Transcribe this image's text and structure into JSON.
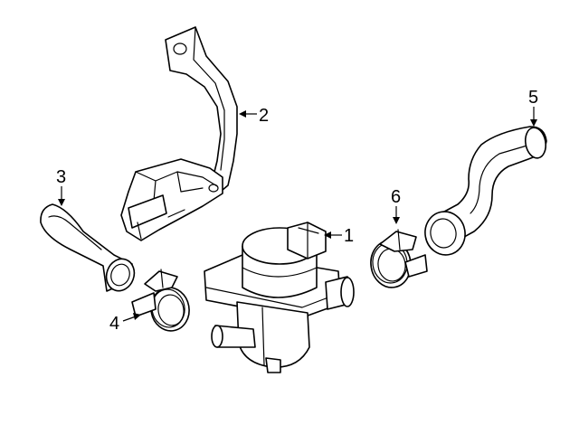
{
  "diagram": {
    "callouts": [
      {
        "id": "pump",
        "label": "1"
      },
      {
        "id": "bracket",
        "label": "2"
      },
      {
        "id": "short-hose",
        "label": "3"
      },
      {
        "id": "left-clamp",
        "label": "4"
      },
      {
        "id": "long-hose",
        "label": "5"
      },
      {
        "id": "right-clamp",
        "label": "6"
      }
    ]
  },
  "colors": {
    "line": "#000000",
    "background": "#ffffff"
  }
}
